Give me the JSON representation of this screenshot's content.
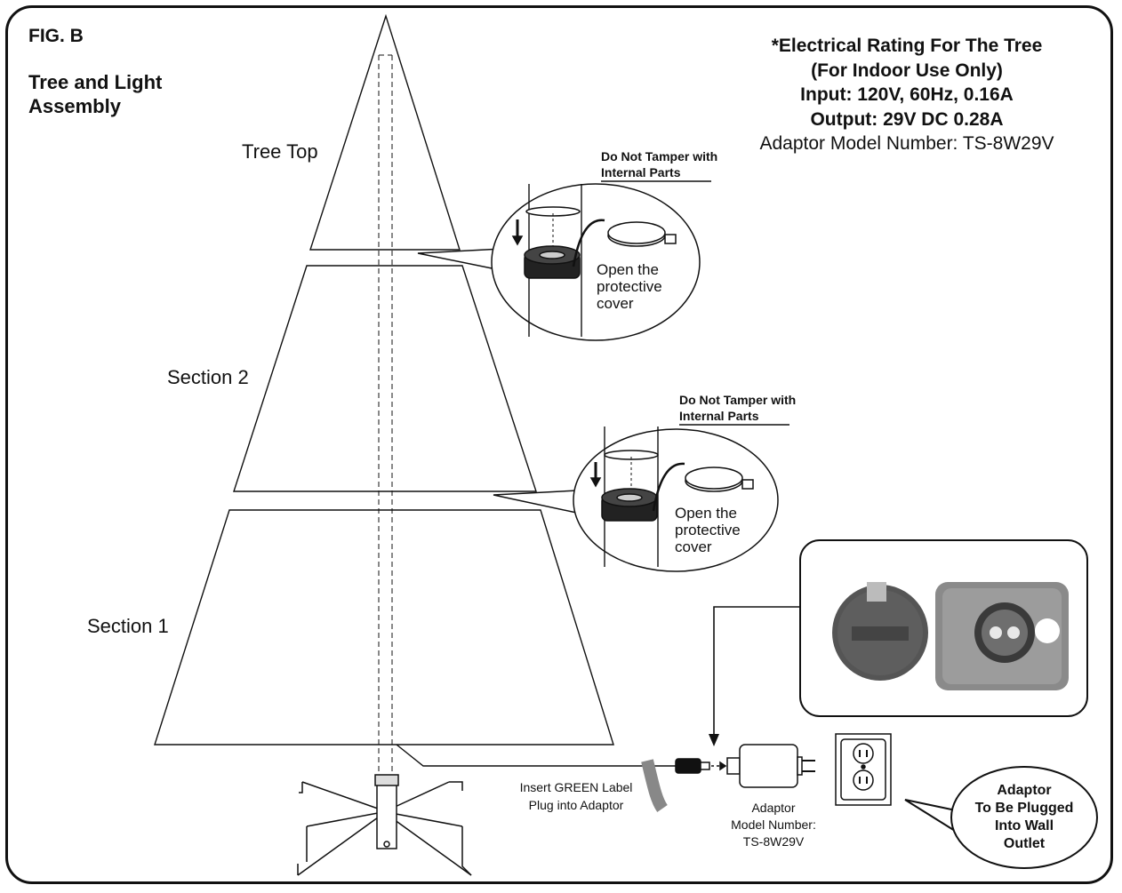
{
  "figure": {
    "label": "FIG. B",
    "title_line1": "Tree and Light",
    "title_line2": "Assembly"
  },
  "rating": {
    "line1": "*Electrical Rating For The Tree",
    "line2": "(For Indoor Use Only)",
    "line3": "Input: 120V, 60Hz, 0.16A",
    "line4": "Output: 29V DC 0.28A",
    "line5": "Adaptor Model Number: TS-8W29V"
  },
  "sections": {
    "top": "Tree Top",
    "section2": "Section 2",
    "section1": "Section 1"
  },
  "callout_upper": {
    "warning_line1": "Do Not Tamper with",
    "warning_line2": "Internal Parts",
    "instruction_line1": "Open the",
    "instruction_line2": "protective",
    "instruction_line3": "cover"
  },
  "callout_lower": {
    "warning_line1": "Do Not Tamper with",
    "warning_line2": "Internal Parts",
    "instruction_line1": "Open the",
    "instruction_line2": "protective",
    "instruction_line3": "cover"
  },
  "plug": {
    "line1": "Insert GREEN Label",
    "line2": "Plug into Adaptor"
  },
  "adaptor": {
    "line1": "Adaptor",
    "line2": "Model Number:",
    "line3": "TS-8W29V"
  },
  "outlet_bubble": {
    "line1": "Adaptor",
    "line2": "To Be Plugged",
    "line3": "Into Wall",
    "line4": "Outlet"
  }
}
